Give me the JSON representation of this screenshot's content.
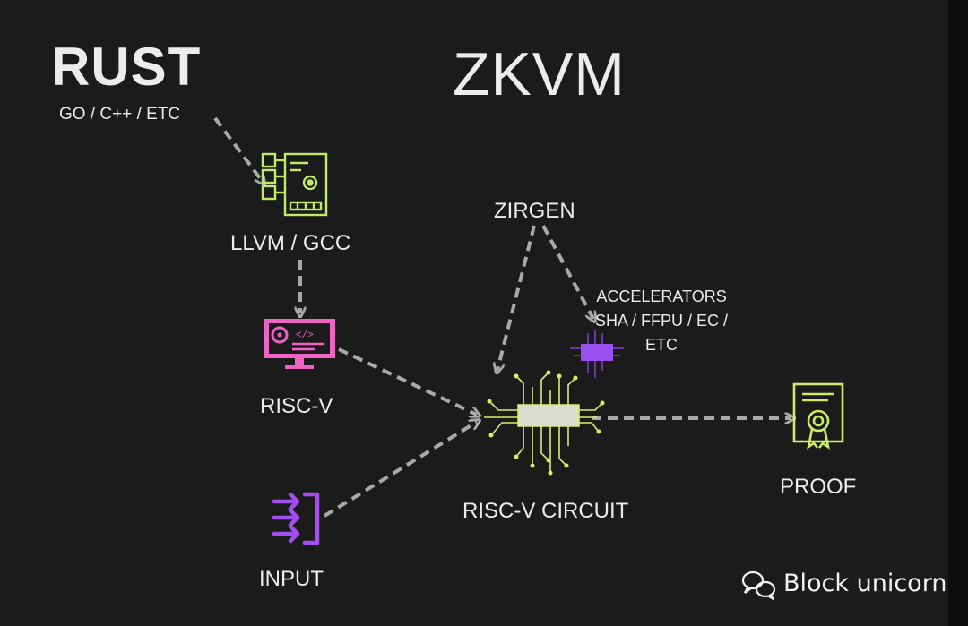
{
  "title": "ZKVM",
  "source": {
    "language": "RUST",
    "others": "GO / C++ / ETC"
  },
  "compiler": "LLVM / GCC",
  "isa": "RISC-V",
  "input": "INPUT",
  "zirgen": "ZIRGEN",
  "accelerators": {
    "line1": "ACCELERATORS",
    "line2": "SHA / FFPU / EC /",
    "line3": "ETC"
  },
  "circuit": "RISC-V CIRCUIT",
  "proof": "PROOF",
  "watermark": "Block unicorn",
  "colors": {
    "background": "#1b1b1c",
    "text": "#ececec",
    "arrow": "#a9a9a9",
    "compiler_icon": "#c5e86c",
    "riscv_icon": "#f063c5",
    "input_icon": "#a24ef0",
    "accelerator_chip": "#9a4ff0",
    "circuit_traces": "#d8ee6a",
    "chip_body": "#dcdcd0",
    "proof_icon": "#cdea6a"
  },
  "icons": {
    "compiler": "flowchart-gear-icon",
    "riscv": "code-monitor-gear-icon",
    "input": "input-arrows-icon",
    "accelerator": "small-chip-icon",
    "circuit": "circuit-chip-icon",
    "proof": "certificate-icon",
    "watermark": "wechat-icon"
  }
}
